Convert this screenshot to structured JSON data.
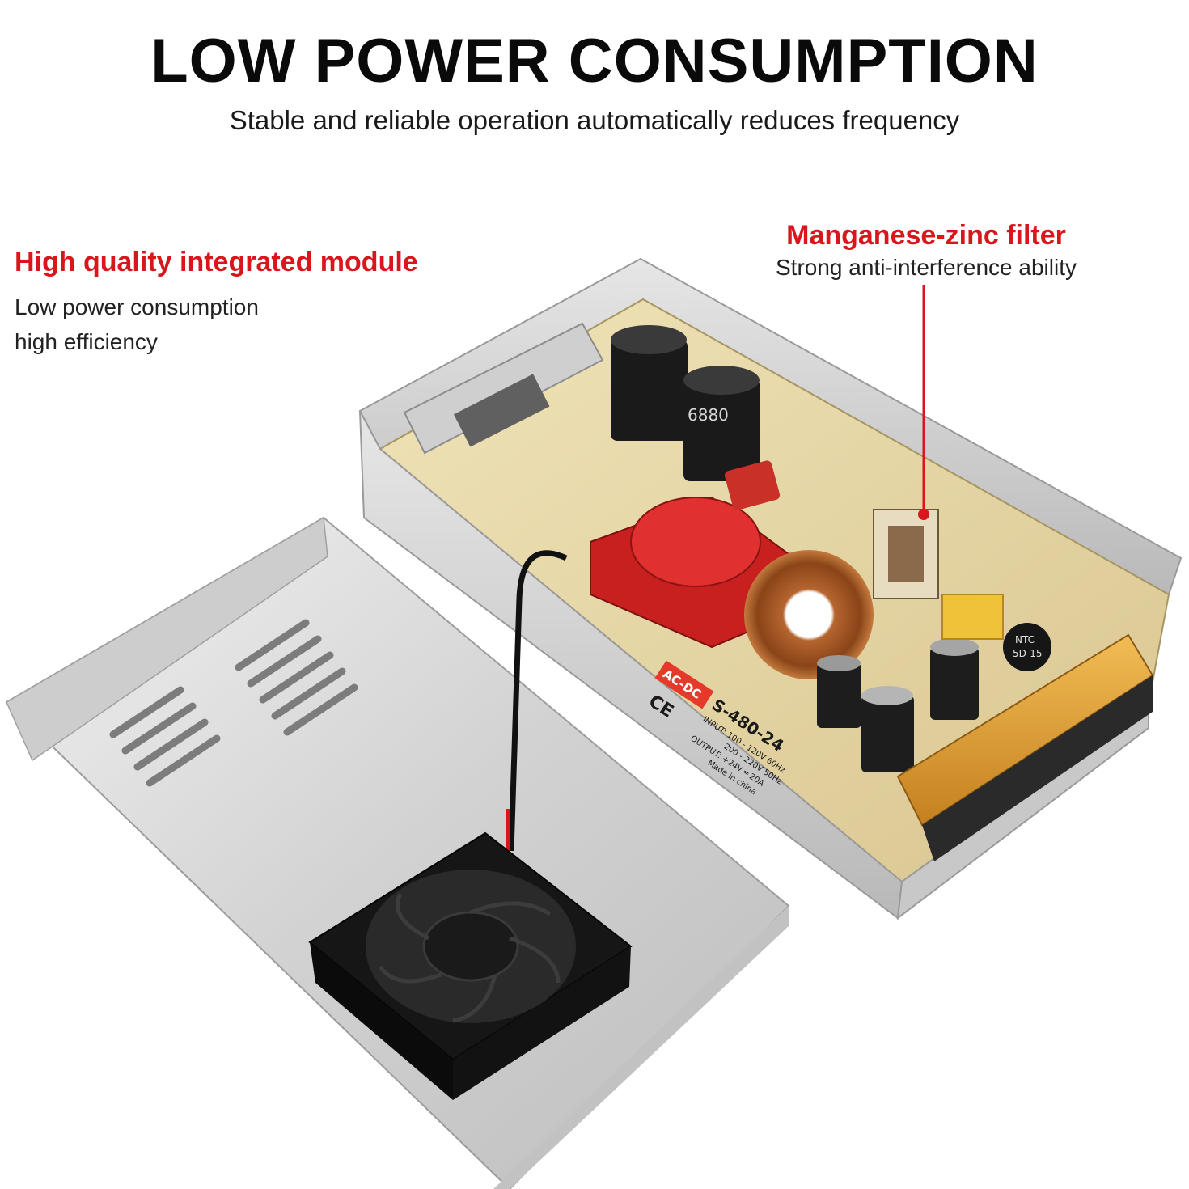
{
  "header": {
    "title": "LOW POWER CONSUMPTION",
    "subtitle": "Stable and reliable operation automatically reduces frequency"
  },
  "callout_left": {
    "title": "High quality integrated module",
    "lines": [
      "Low power consumption",
      "high efficiency"
    ]
  },
  "callout_right": {
    "title": "Manganese-zinc filter",
    "text": "Strong anti-interference ability"
  },
  "product_label": {
    "badge": "AC-DC",
    "model": "S-480-24",
    "input_1": "INPUT: 100 - 120V 60Hz",
    "input_2": "200 - 220V 50Hz",
    "output": "OUTPUT: +24V ═ 20A",
    "origin": "Made in china",
    "ce": "CE"
  },
  "component_text": {
    "capacitor": "6880",
    "ntc": "NTC",
    "ntc_code": "5D-15"
  },
  "colors": {
    "accent_red": "#d8161b",
    "headline": "#0a0a0a",
    "pcb": "#e8d9a6",
    "terminal": "#e3a33a",
    "aluminum": "#d9d9d9"
  }
}
